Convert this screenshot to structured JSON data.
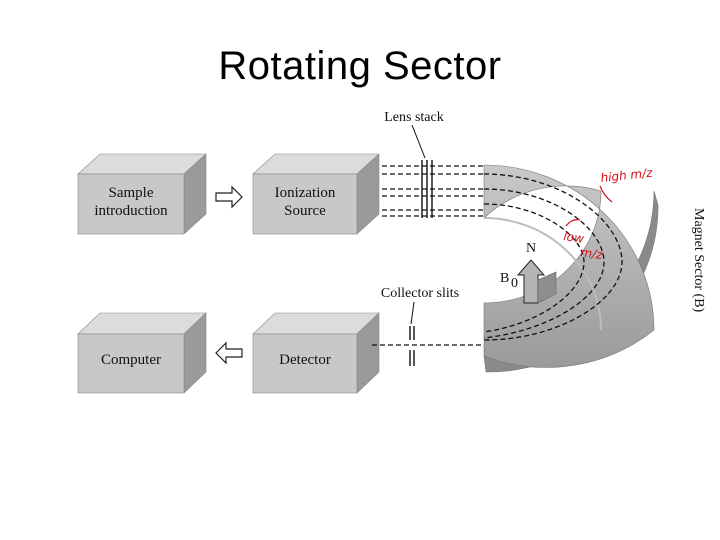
{
  "slide": {
    "title": "Rotating Sector"
  },
  "diagram": {
    "boxes": {
      "sample": {
        "line1": "Sample",
        "line2": "introduction"
      },
      "ionization": {
        "line1": "Ionization",
        "line2": "Source"
      },
      "computer": {
        "label": "Computer"
      },
      "detector": {
        "label": "Detector"
      }
    },
    "labels": {
      "lens_stack": "Lens stack",
      "collector_slits": "Collector slits",
      "north": "N",
      "field": "B",
      "field_subscript": "0",
      "magnet_sector": "Magnet Sector (B)"
    },
    "handwritten": {
      "high_mz": "high m/z",
      "low": "low",
      "low_mz": "m/z"
    }
  },
  "colors": {
    "box_front": "#c8c8c8",
    "box_top": "#dcdcdc",
    "box_side": "#9a9a9a",
    "magnet": "#a3a3a3",
    "annotation_ink": "#d4101a"
  }
}
